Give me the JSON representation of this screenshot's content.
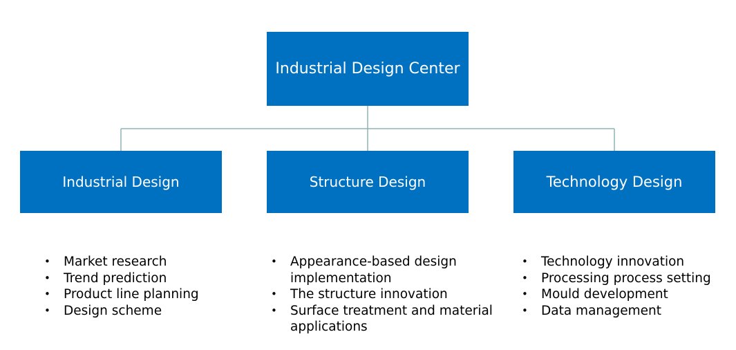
{
  "diagram": {
    "root": {
      "label": "Industrial Design Center"
    },
    "children": [
      {
        "label": "Industrial Design",
        "items": [
          "Market research",
          "Trend prediction",
          "Product line planning",
          "Design scheme"
        ]
      },
      {
        "label": "Structure Design",
        "items": [
          "Appearance-based design implementation",
          "The structure innovation",
          "Surface treatment and material applications"
        ]
      },
      {
        "label": "Technology Design",
        "items": [
          "Technology innovation",
          "Processing process setting",
          "Mould development",
          "Data management"
        ]
      }
    ],
    "colors": {
      "node_fill": "#0070c0",
      "node_text": "#ffffff",
      "connector": "#8fb3b3",
      "bullet_text": "#000000"
    }
  }
}
